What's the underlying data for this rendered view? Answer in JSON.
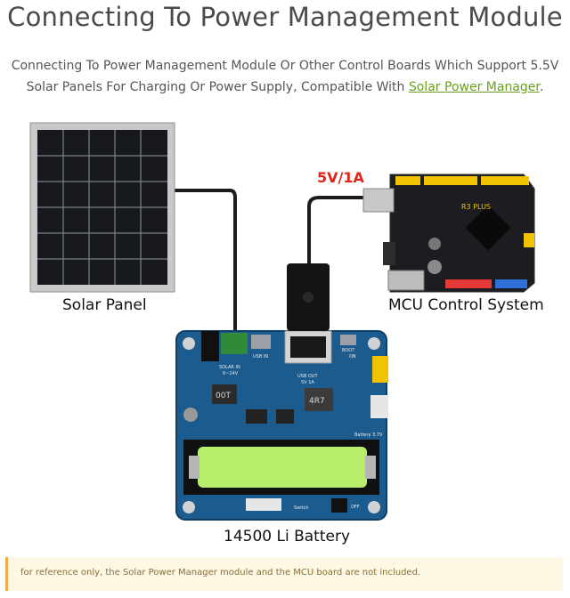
{
  "page": {
    "title": "Connecting To Power Management Module",
    "description_before_link": "Connecting To Power Management Module Or Other Control Boards Which Support 5.5V Solar Panels For Charging Or Power Supply, Compatible With ",
    "link_text": "Solar Power Manager",
    "description_after_link": "."
  },
  "figure": {
    "solar_panel_label": "Solar Panel",
    "mcu_label": "MCU Control System",
    "voltage_label": "5V/1A",
    "battery_label": "14500 Li Battery",
    "mcu_board_text": "R3 PLUS",
    "module_labels": {
      "usb_in": "USB IN",
      "solar_in": "SOLAR IN",
      "solar_range": "6~24V",
      "usb_out": "USB OUT",
      "usb_out_rating": "5V 1A",
      "boot": "BOOT",
      "on": "ON",
      "battery": "Battery 3.7V",
      "switch": "Switch",
      "off": "OFF",
      "chip_a": "00T",
      "chip_b": "4R7"
    }
  },
  "notice": {
    "text": "for reference only, the Solar Power Manager module and the MCU board are not included."
  }
}
